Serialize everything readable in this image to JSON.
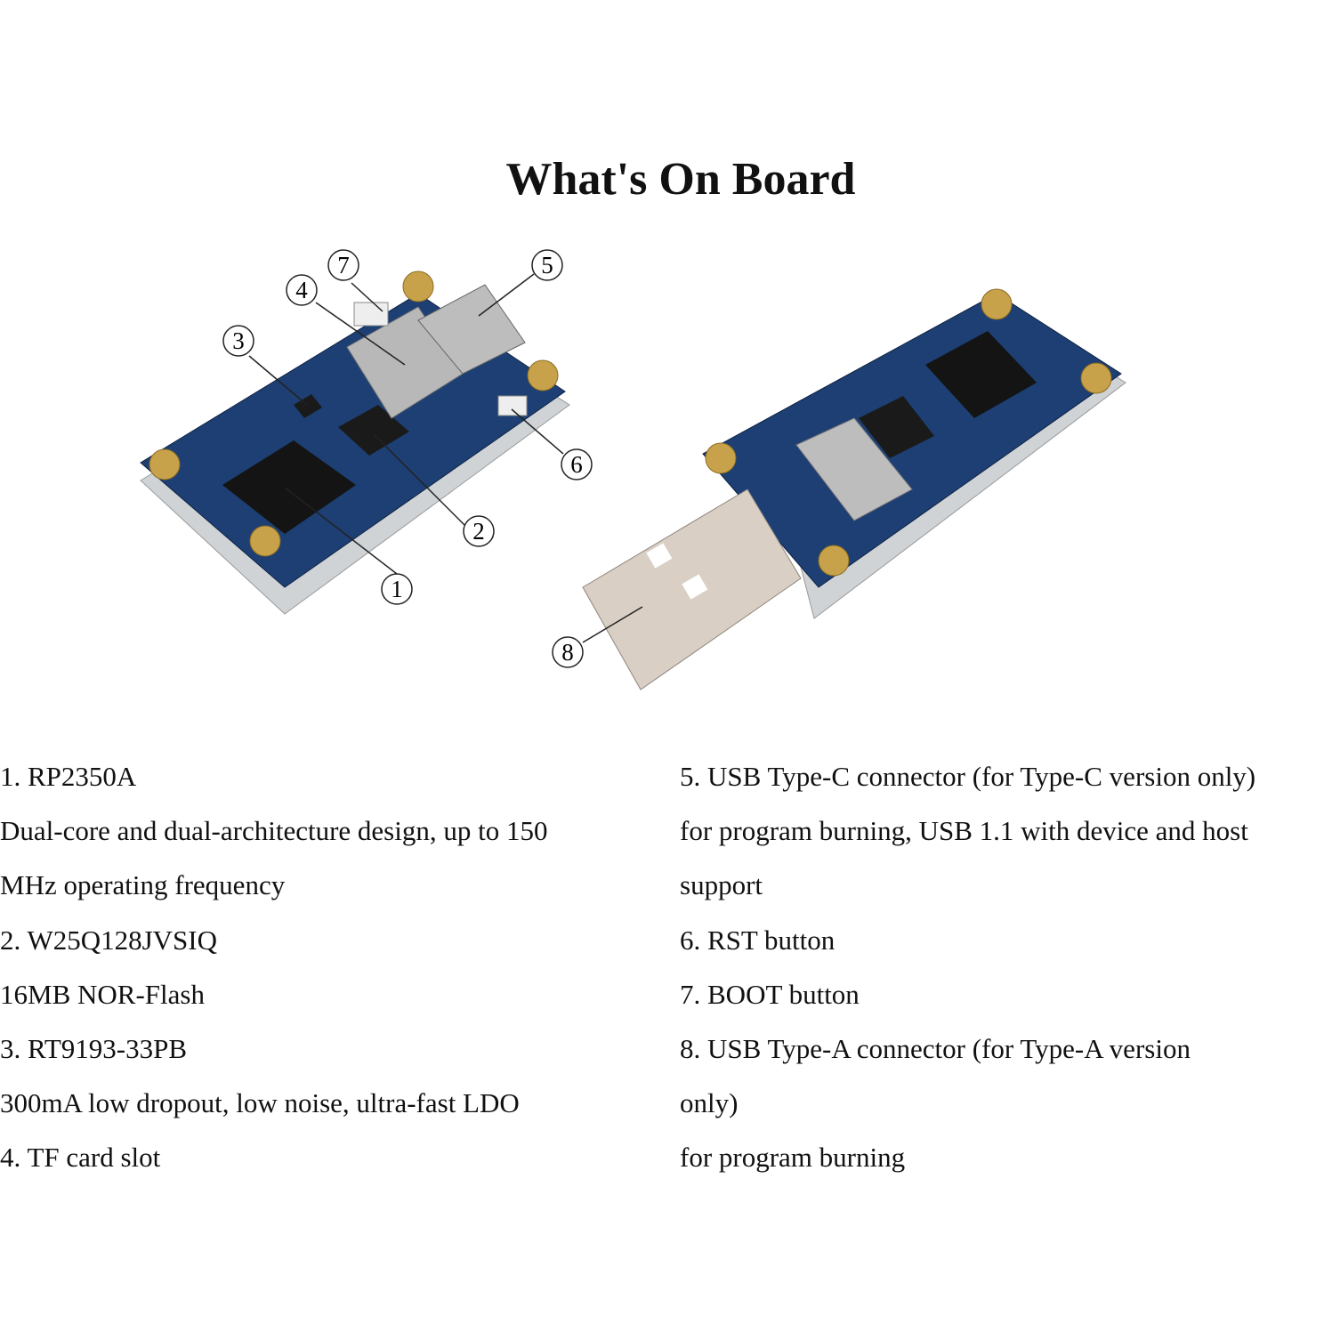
{
  "title": "What's On Board",
  "callouts": [
    "1",
    "2",
    "3",
    "4",
    "5",
    "6",
    "7",
    "8"
  ],
  "left_column": [
    "1. RP2350A",
    "Dual-core and dual-architecture design, up to 150",
    "MHz operating frequency",
    "2. W25Q128JVSIQ",
    "16MB NOR-Flash",
    "3. RT9193-33PB",
    "300mA low dropout, low noise, ultra-fast LDO",
    "4. TF card slot"
  ],
  "right_column": [
    "5. USB Type-C connector (for Type-C version only)",
    "for program burning, USB 1.1 with device and host",
    "support",
    "6. RST button",
    "7. BOOT button",
    "8. USB Type-A connector (for Type-A version",
    "only)",
    "for program burning"
  ],
  "colors": {
    "pcb": "#1d3f73",
    "brass": "#c8a24a",
    "usb_metal": "#d9cfc4"
  }
}
